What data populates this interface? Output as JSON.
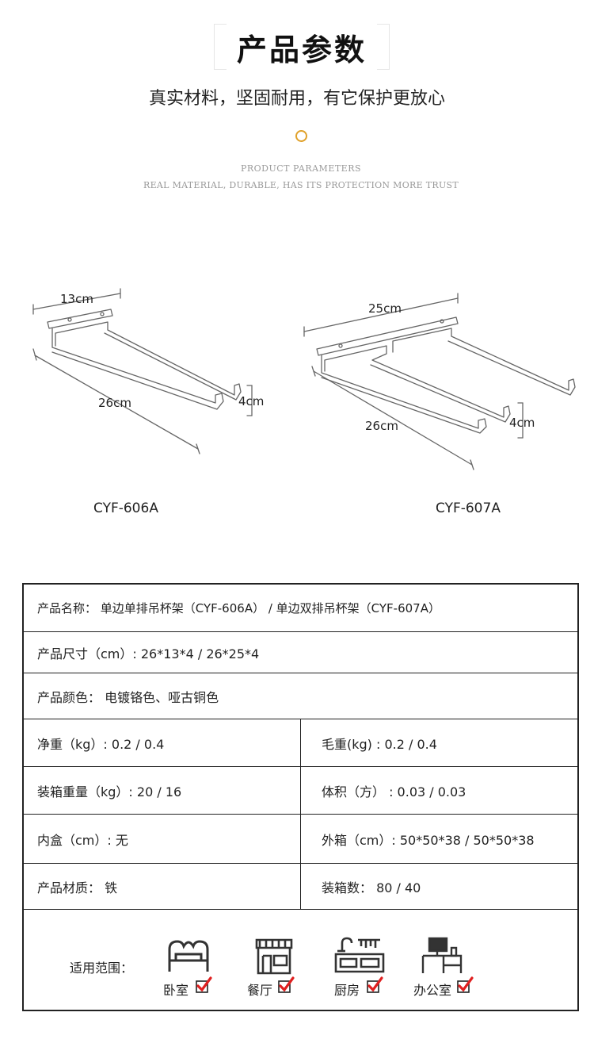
{
  "header": {
    "title": "产品参数",
    "subtitle": "真实材料，坚固耐用，有它保护更放心",
    "en_line1": "PRODUCT PARAMETERS",
    "en_line2": "REAL MATERIAL, DURABLE, HAS ITS PROTECTION MORE TRUST",
    "accent_color": "#e0a12a"
  },
  "products": [
    {
      "model": "CYF-606A",
      "width": "13cm",
      "length": "26cm",
      "height": "4cm"
    },
    {
      "model": "CYF-607A",
      "width": "25cm",
      "length": "26cm",
      "height": "4cm"
    }
  ],
  "specs": {
    "name": "产品名称： 单边单排吊杯架（CYF-606A） / 单边双排吊杯架（CYF-607A）",
    "size": "产品尺寸（cm）:   26*13*4    /    26*25*4",
    "color": "产品颜色： 电镀铬色、哑古铜色",
    "net_weight": "净重（kg）:  0.2    /    0.4",
    "gross_weight": "毛重(kg) : 0.2    /    0.4",
    "carton_weight": "装箱重量（kg）: 20  /  16",
    "volume": "体积（方） : 0.03    /  0.03",
    "inner_box": "内盒（cm）:  无",
    "outer_box": "外箱（cm）: 50*50*38 /  50*50*38",
    "material": "产品材质： 铁",
    "carton_qty": "装箱数：  80 / 40"
  },
  "usage": {
    "label": "适用范围：",
    "check_color": "#e02020",
    "items": [
      {
        "label": "卧室",
        "icon": "bed-icon"
      },
      {
        "label": "餐厅",
        "icon": "restaurant-icon"
      },
      {
        "label": "厨房",
        "icon": "kitchen-icon"
      },
      {
        "label": "办公室",
        "icon": "office-icon"
      }
    ]
  }
}
